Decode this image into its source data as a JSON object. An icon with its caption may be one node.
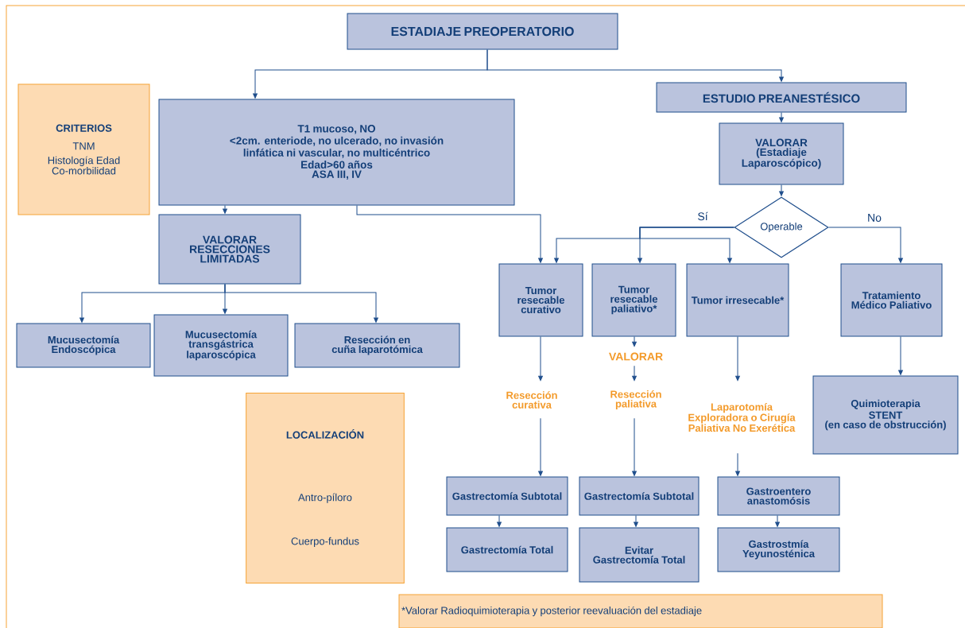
{
  "diagram": {
    "nodes": [
      {
        "text": [
          "ESTADIAJE PREOPERATORIO"
        ]
      },
      {
        "text": [
          "CRITERIOS",
          "TNM",
          "Histología Edad Co-morbilidad"
        ]
      },
      {
        "text": [
          "T1 mucoso, NO",
          "<2cm. enteriode, no ulcerado, no invasión linfática ni vascular, no multicéntrico",
          "Edad>60 años",
          "ASA III, IV"
        ]
      },
      {
        "text": [
          "ESTUDIO PREANESTÉSICO"
        ]
      },
      {
        "text": [
          "VALORAR",
          "(Estadiaje Laparoscópico)"
        ]
      },
      {
        "text": [
          "VALORAR RESECCIONES LIMITADAS"
        ]
      },
      {
        "text": [
          "Mucusectomía Endoscópica"
        ]
      },
      {
        "text": [
          "Mucusectomía transgástrica laparoscópica"
        ]
      },
      {
        "text": [
          "Resección en cuña laparotómica"
        ]
      },
      {
        "text": [
          "Operable"
        ]
      },
      {
        "text": [
          "Tumor resecable curativo"
        ]
      },
      {
        "text": [
          "Tumor resecable paliativo*"
        ]
      },
      {
        "text": [
          "Tumor irresecable*"
        ]
      },
      {
        "text": [
          "Tratamiento Médico Paliativo"
        ]
      },
      {
        "text": [
          "VALORAR"
        ]
      },
      {
        "text": [
          "Resección curativa"
        ]
      },
      {
        "text": [
          "Resección paliativa"
        ]
      },
      {
        "text": [
          "Laparotomía Exploradora o Cirugía Paliativa No Exerética"
        ]
      },
      {
        "text": [
          "Quimioterapia",
          "STENT",
          "(en caso de obstrucción)"
        ]
      },
      {
        "text": [
          "LOCALIZACIÓN",
          "Antro-píloro",
          "Cuerpo-fundus"
        ]
      },
      {
        "text": [
          "Gastrectomía Subtotal"
        ]
      },
      {
        "text": [
          "Gastrectomía Total"
        ]
      },
      {
        "text": [
          "Gastrectomía Subtotal"
        ]
      },
      {
        "text": [
          "Evitar Gastrectomía Total"
        ]
      },
      {
        "text": [
          "Gastroentero anastomósis"
        ]
      },
      {
        "text": [
          "Gastrostmía Yeyunosténica"
        ]
      },
      {
        "text": [
          "*Valorar Radioquimioterapia y posterior reevaluación del estadiaje"
        ]
      }
    ],
    "edges": [
      {
        "from": 0,
        "to": 2,
        "arrow": "to"
      },
      {
        "from": 0,
        "to": 3,
        "arrow": "to"
      },
      {
        "from": 2,
        "to": 5,
        "arrow": "to"
      },
      {
        "from": 2,
        "to": 10,
        "arrow": "to"
      },
      {
        "from": 3,
        "to": 4,
        "arrow": "to"
      },
      {
        "from": 4,
        "to": 9,
        "arrow": "to"
      },
      {
        "from": 9,
        "to": 11,
        "arrow": "to",
        "label": "Sí"
      },
      {
        "from": 9,
        "to": 10,
        "arrow": "to"
      },
      {
        "from": 9,
        "to": 12,
        "arrow": "to"
      },
      {
        "from": 9,
        "to": 13,
        "arrow": "to",
        "label": "No"
      },
      {
        "from": 5,
        "to": 6,
        "arrow": "to"
      },
      {
        "from": 5,
        "to": 7,
        "arrow": "to"
      },
      {
        "from": 5,
        "to": 8,
        "arrow": "to"
      },
      {
        "from": 10,
        "to": 15,
        "arrow": "to"
      },
      {
        "from": 15,
        "to": 20,
        "arrow": "to"
      },
      {
        "from": 20,
        "to": 21,
        "arrow": "to"
      },
      {
        "from": 11,
        "to": 14,
        "arrow": "to"
      },
      {
        "from": 14,
        "to": 16,
        "arrow": "to"
      },
      {
        "from": 16,
        "to": 22,
        "arrow": "to"
      },
      {
        "from": 22,
        "to": 23,
        "arrow": "to"
      },
      {
        "from": 12,
        "to": 17,
        "arrow": "to"
      },
      {
        "from": 17,
        "to": 24,
        "arrow": "to"
      },
      {
        "from": 24,
        "to": 25,
        "arrow": "to"
      },
      {
        "from": 13,
        "to": 18,
        "arrow": "to"
      }
    ]
  }
}
